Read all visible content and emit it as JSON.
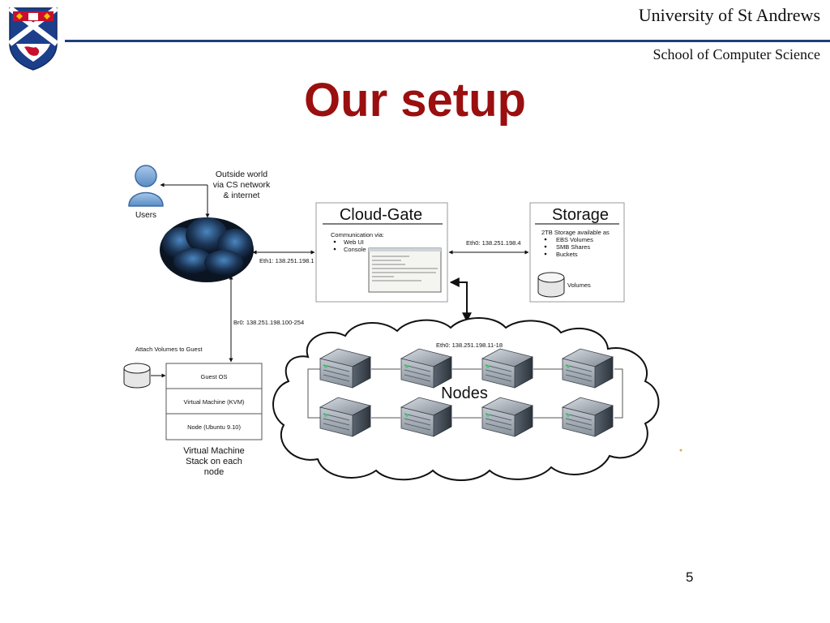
{
  "header": {
    "university": "University of St Andrews",
    "school": "School of Computer Science"
  },
  "slide": {
    "title": "Our setup",
    "page_number": "5"
  },
  "diagram": {
    "users_label": "Users",
    "outside_world": [
      "Outside world",
      "via CS network",
      "& internet"
    ],
    "eth1_label": "Eth1: 138.251.198.1",
    "br0_label": "Br0: 138.251.198.100-254",
    "cloud_gate": {
      "title": "Cloud-Gate",
      "comm_label": "Communication via:",
      "items": [
        "Web UI",
        "Console"
      ]
    },
    "eth0_storage_label": "Eth0: 138.251.198.4",
    "storage": {
      "title": "Storage",
      "desc": "2TB Storage available as",
      "items": [
        "EBS Volumes",
        "SMB Shares",
        "Buckets"
      ],
      "volumes_label": "Volumes"
    },
    "attach_label": "Attach Volumes to Guest",
    "vm_stack": [
      "Guest OS",
      "Virtual Machine (KVM)",
      "Node (Ubuntu 9.10)"
    ],
    "vm_caption": [
      "Virtual Machine",
      "Stack on each",
      "node"
    ],
    "nodes_eth_label": "Eth0: 138.251.198.11-18",
    "nodes_label": "Nodes"
  },
  "colors": {
    "title": "#9a0f0f",
    "rule": "#1f3f7a",
    "crest_blue": "#1c3f8c",
    "crest_red": "#c8102e"
  }
}
